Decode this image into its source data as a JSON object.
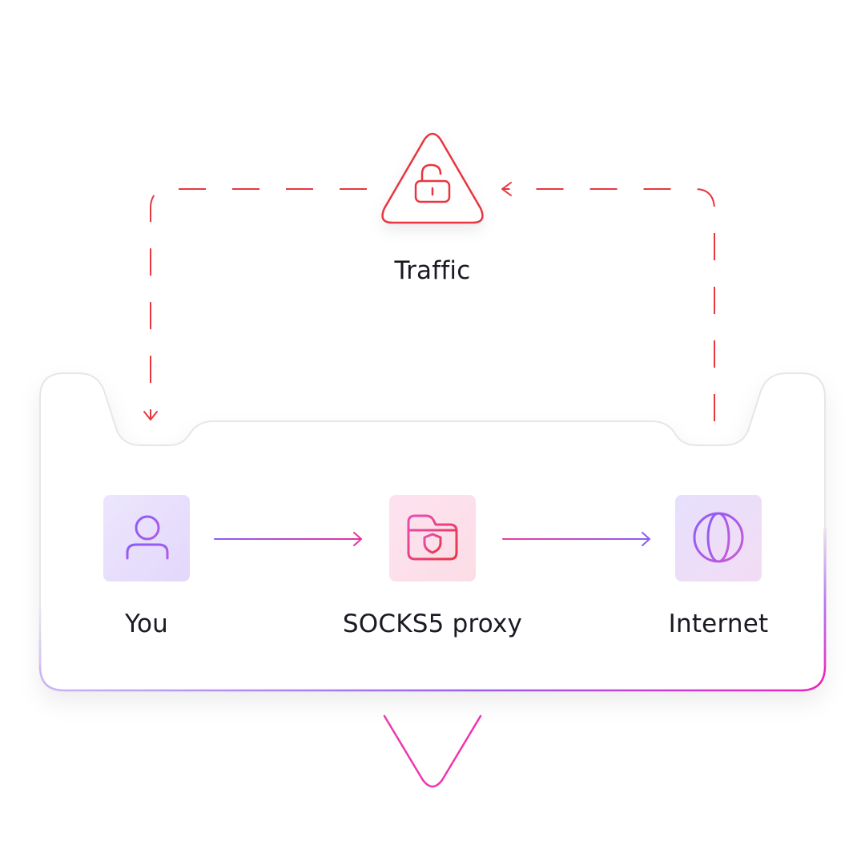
{
  "nodes": {
    "you": {
      "label": "You",
      "icon": "user-icon"
    },
    "proxy": {
      "label": "SOCKS5 proxy",
      "icon": "folder-shield-icon"
    },
    "internet": {
      "label": "Internet",
      "icon": "globe-icon"
    }
  },
  "traffic": {
    "label": "Traffic",
    "icon": "unlocked-padlock-warning-icon",
    "state": "unprotected"
  },
  "colors": {
    "warning_red": "#E8363F",
    "gradient_purple": "#8B5CF6",
    "gradient_magenta": "#E828B4",
    "card_border": "#E6E6EA",
    "text": "#1A1A22"
  }
}
